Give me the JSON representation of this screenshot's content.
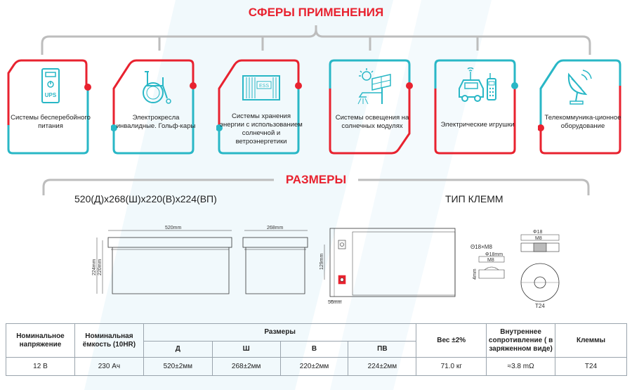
{
  "headings": {
    "applications": "СФЕРЫ ПРИМЕНЕНИЯ",
    "dimensions": "РАЗМЕРЫ"
  },
  "applications": [
    {
      "label": "Системы бесперебойного питания",
      "icon": "ups-icon",
      "color": "#29b7c6"
    },
    {
      "label": "Электрокресла инвалидные. Гольф-кары",
      "icon": "wheelchair-icon",
      "color": "#e8222f"
    },
    {
      "label": "Системы хранения энергии с использованием солнечной и ветроэнергетики",
      "icon": "container-ess-icon",
      "color": "#e8222f",
      "icon_text": "ESS"
    },
    {
      "label": "Системы освещения на солнечных модулях",
      "icon": "solar-lamp-icon",
      "color": "#e8222f"
    },
    {
      "label": "Электрические игрушки",
      "icon": "toy-car-icon",
      "color": "#29b7c6"
    },
    {
      "label": "Телекоммуника-ционное оборудование",
      "icon": "satellite-dish-icon",
      "color": "#e8222f"
    }
  ],
  "dimensions": {
    "size_text": "520(Д)x268(Ш)x220(В)x224(ВП)",
    "terminal_type_title": "ТИП КЛЕММ"
  },
  "drawings": {
    "length": "520mm",
    "width": "268mm",
    "height_total": "224mm",
    "height_case": "220mm",
    "top_offset": "129mm",
    "bottom_offset": "56mm",
    "bolt": "Θ18×M8",
    "inner_dia": "Φ18mm",
    "thread": "M8",
    "side_height": "4mm",
    "top_dia": "Φ18",
    "top_thread": "M8",
    "terminal_code": "T24"
  },
  "table": {
    "headers": {
      "voltage": "Номинальное напряжение",
      "capacity": "Номинальная ёмкость (10HR)",
      "sizes": "Размеры",
      "weight": "Вес ±2%",
      "resistance": "Внутреннее сопротивление ( в заряженном виде)",
      "terminals": "Клеммы",
      "d": "Д",
      "w": "Ш",
      "h": "В",
      "ph": "ПВ"
    },
    "row": {
      "voltage": "12 В",
      "capacity": "230 Ач",
      "d": "520±2мм",
      "w": "268±2мм",
      "h": "220±2мм",
      "ph": "224±2мм",
      "weight": "71.0 кг",
      "resistance": "≈3.8 mΩ",
      "terminals": "T24"
    }
  },
  "colors": {
    "accent_red": "#e8222f",
    "accent_teal": "#29b7c6",
    "bracket_gray": "#bdbdbd"
  }
}
